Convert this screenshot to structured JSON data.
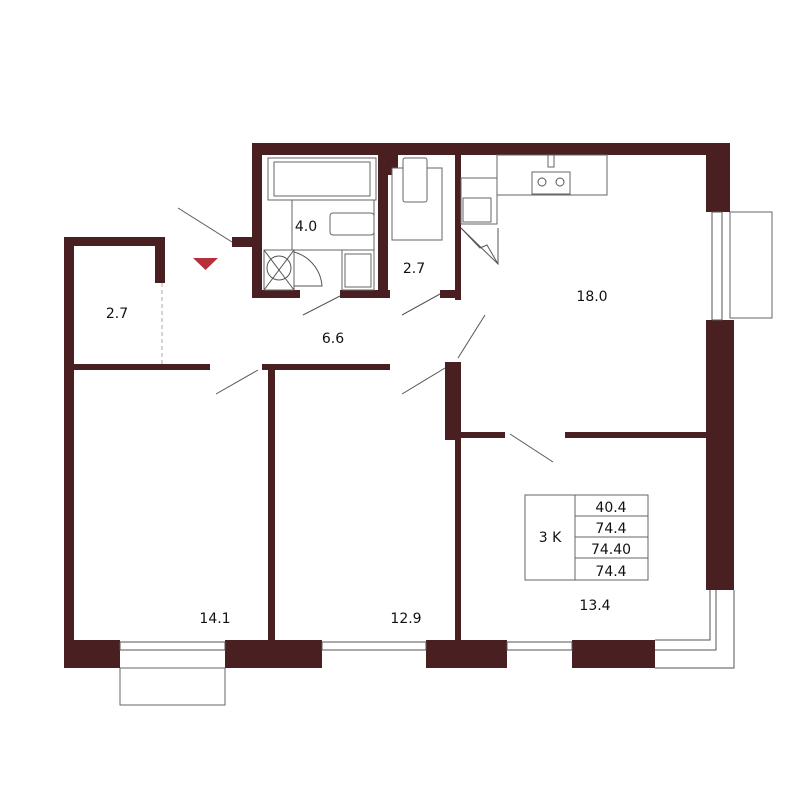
{
  "colors": {
    "wall": "#4a1f22",
    "entrance_marker": "#b5303a"
  },
  "rooms": [
    {
      "id": "bathroom",
      "area": "4.0"
    },
    {
      "id": "toilet",
      "area": "2.7"
    },
    {
      "id": "kitchen",
      "area": "18.0"
    },
    {
      "id": "closet",
      "area": "2.7"
    },
    {
      "id": "hallway",
      "area": "6.6"
    },
    {
      "id": "bedroom-1",
      "area": "14.1"
    },
    {
      "id": "bedroom-2",
      "area": "12.9"
    },
    {
      "id": "bedroom-3",
      "area": "13.4"
    }
  ],
  "summary": {
    "type": "3 K",
    "values": [
      "40.4",
      "74.4",
      "74.40",
      "74.4"
    ]
  }
}
